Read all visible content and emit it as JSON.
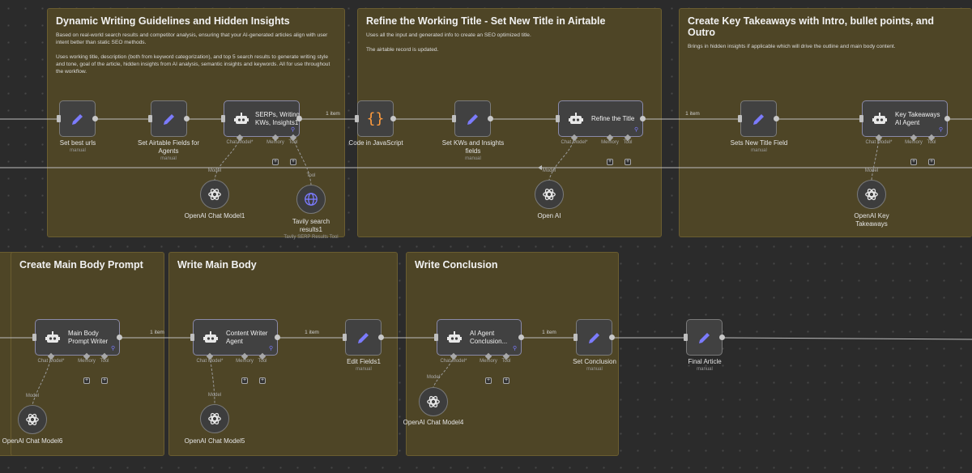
{
  "stickies": [
    {
      "title": "Dynamic Writing Guidelines and Hidden Insights",
      "body": "Based on real-world search results and competitor analysis, ensuring that your AI-generated articles align with user intent better than static SEO methods.\n\nUses working title, description (both from keyword categorization), and top 5 search results to generate writing style and tone, goal of the article, hidden insights from AI analysis, semantic insights and keywords. All for use throughout the workflow."
    },
    {
      "title": "Refine the Working Title - Set New Title in Airtable",
      "body": "Uses all the input and generated info to create an SEO optimized title.\n\nThe airtable record is updated."
    },
    {
      "title": "Create Key Takeaways with Intro, bullet points, and Outro",
      "body": "Brings in hidden insights if applicable which will drive the outline and main body content."
    },
    {
      "title": "Create Main Body Prompt",
      "body": ""
    },
    {
      "title": "Write Main Body",
      "body": ""
    },
    {
      "title": "Write Conclusion",
      "body": ""
    }
  ],
  "nodes": {
    "set_best_urls": {
      "label": "Set best urls",
      "sub": "manual"
    },
    "set_airtable_fields": {
      "label": "Set Airtable Fields for\nAgents",
      "sub": "manual"
    },
    "serps_agent": {
      "label": "SERPs, Writing,\nKWs, Insights1"
    },
    "code_js": {
      "label": "Code in JavaScript"
    },
    "set_kws": {
      "label": "Set KWs and Insights\nfields",
      "sub": "manual"
    },
    "refine_title": {
      "label": "Refine the Title"
    },
    "sets_new_title": {
      "label": "Sets New Title Field",
      "sub": "manual"
    },
    "key_takeaways": {
      "label": "Key Takeaways\nAI Agent"
    },
    "openai1": {
      "label": "OpenAI Chat Model1"
    },
    "tavily": {
      "label": "Tavily search\nresults1",
      "sub": "Tavily SERP Results Tool"
    },
    "open_ai": {
      "label": "Open AI"
    },
    "openai_key": {
      "label": "OpenAI Key\nTakeaways"
    },
    "main_body_prompt": {
      "label": "Main Body\nPrompt Writer"
    },
    "content_writer": {
      "label": "Content Writer\nAgent"
    },
    "edit_fields1": {
      "label": "Edit Fields1",
      "sub": "manual"
    },
    "ai_conclusion": {
      "label": "AI Agent\nConclusion..."
    },
    "set_conclusion": {
      "label": "Set Conclusion",
      "sub": "manual"
    },
    "final_article": {
      "label": "Final Article",
      "sub": "manual"
    },
    "openai6": {
      "label": "OpenAI Chat Model6"
    },
    "openai5": {
      "label": "OpenAI Chat Model5"
    },
    "openai4": {
      "label": "OpenAI Chat Model4"
    }
  },
  "ports": {
    "chat_model": "Chat Model*",
    "memory": "Memory",
    "tool": "Tool",
    "model": "Model",
    "plus": "+"
  },
  "edge_label": "1 item",
  "icons": {
    "edit": "pencil-icon",
    "agent": "robot-icon",
    "code": "curly-braces-icon",
    "openai": "openai-icon",
    "tool": "globe-icon"
  },
  "colors": {
    "accent": "#7b7bff",
    "sticky": "#4e4526",
    "code": "#ff9b3d"
  }
}
